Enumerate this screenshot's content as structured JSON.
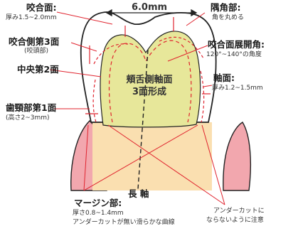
{
  "colors": {
    "gum": "#f2a7ae",
    "root": "#fadfb0",
    "core": "#e7e79a",
    "enamel": "#ffffff",
    "outline": "#222222",
    "red": "#e0232e",
    "text": "#1a1a1a"
  },
  "top_dimension": "6.0mm",
  "labels": {
    "occlusal_surface": {
      "title": "咬合面:",
      "detail": "厚み1.5~2.0mm"
    },
    "corner": {
      "title": "隅角部:",
      "detail": "角を丸める"
    },
    "occlusal_side_third": {
      "title": "咬合側第3面",
      "detail": "(咬頭部)"
    },
    "occlusal_opening_angle": {
      "title": "咬合面展開角:",
      "detail": "120°~140°の角度"
    },
    "middle_second": {
      "title": "中央第2面"
    },
    "axial_surface": {
      "title": "軸面:",
      "detail": "厚み1.2~1.5mm"
    },
    "cervical_first": {
      "title": "歯頸部第1面",
      "detail": "(高さ2~3mm)"
    },
    "center_text": {
      "line1": "頬舌側軸面",
      "line2": "3面形成"
    },
    "long_axis": "長 軸",
    "margin": {
      "title": "マージン部:",
      "detail1": "厚さ0.8~1.4mm",
      "detail2": "アンダーカットが無い滑らかな曲線"
    },
    "undercut": {
      "line1": "アンダーカットに",
      "line2": "ならないように注意"
    }
  }
}
